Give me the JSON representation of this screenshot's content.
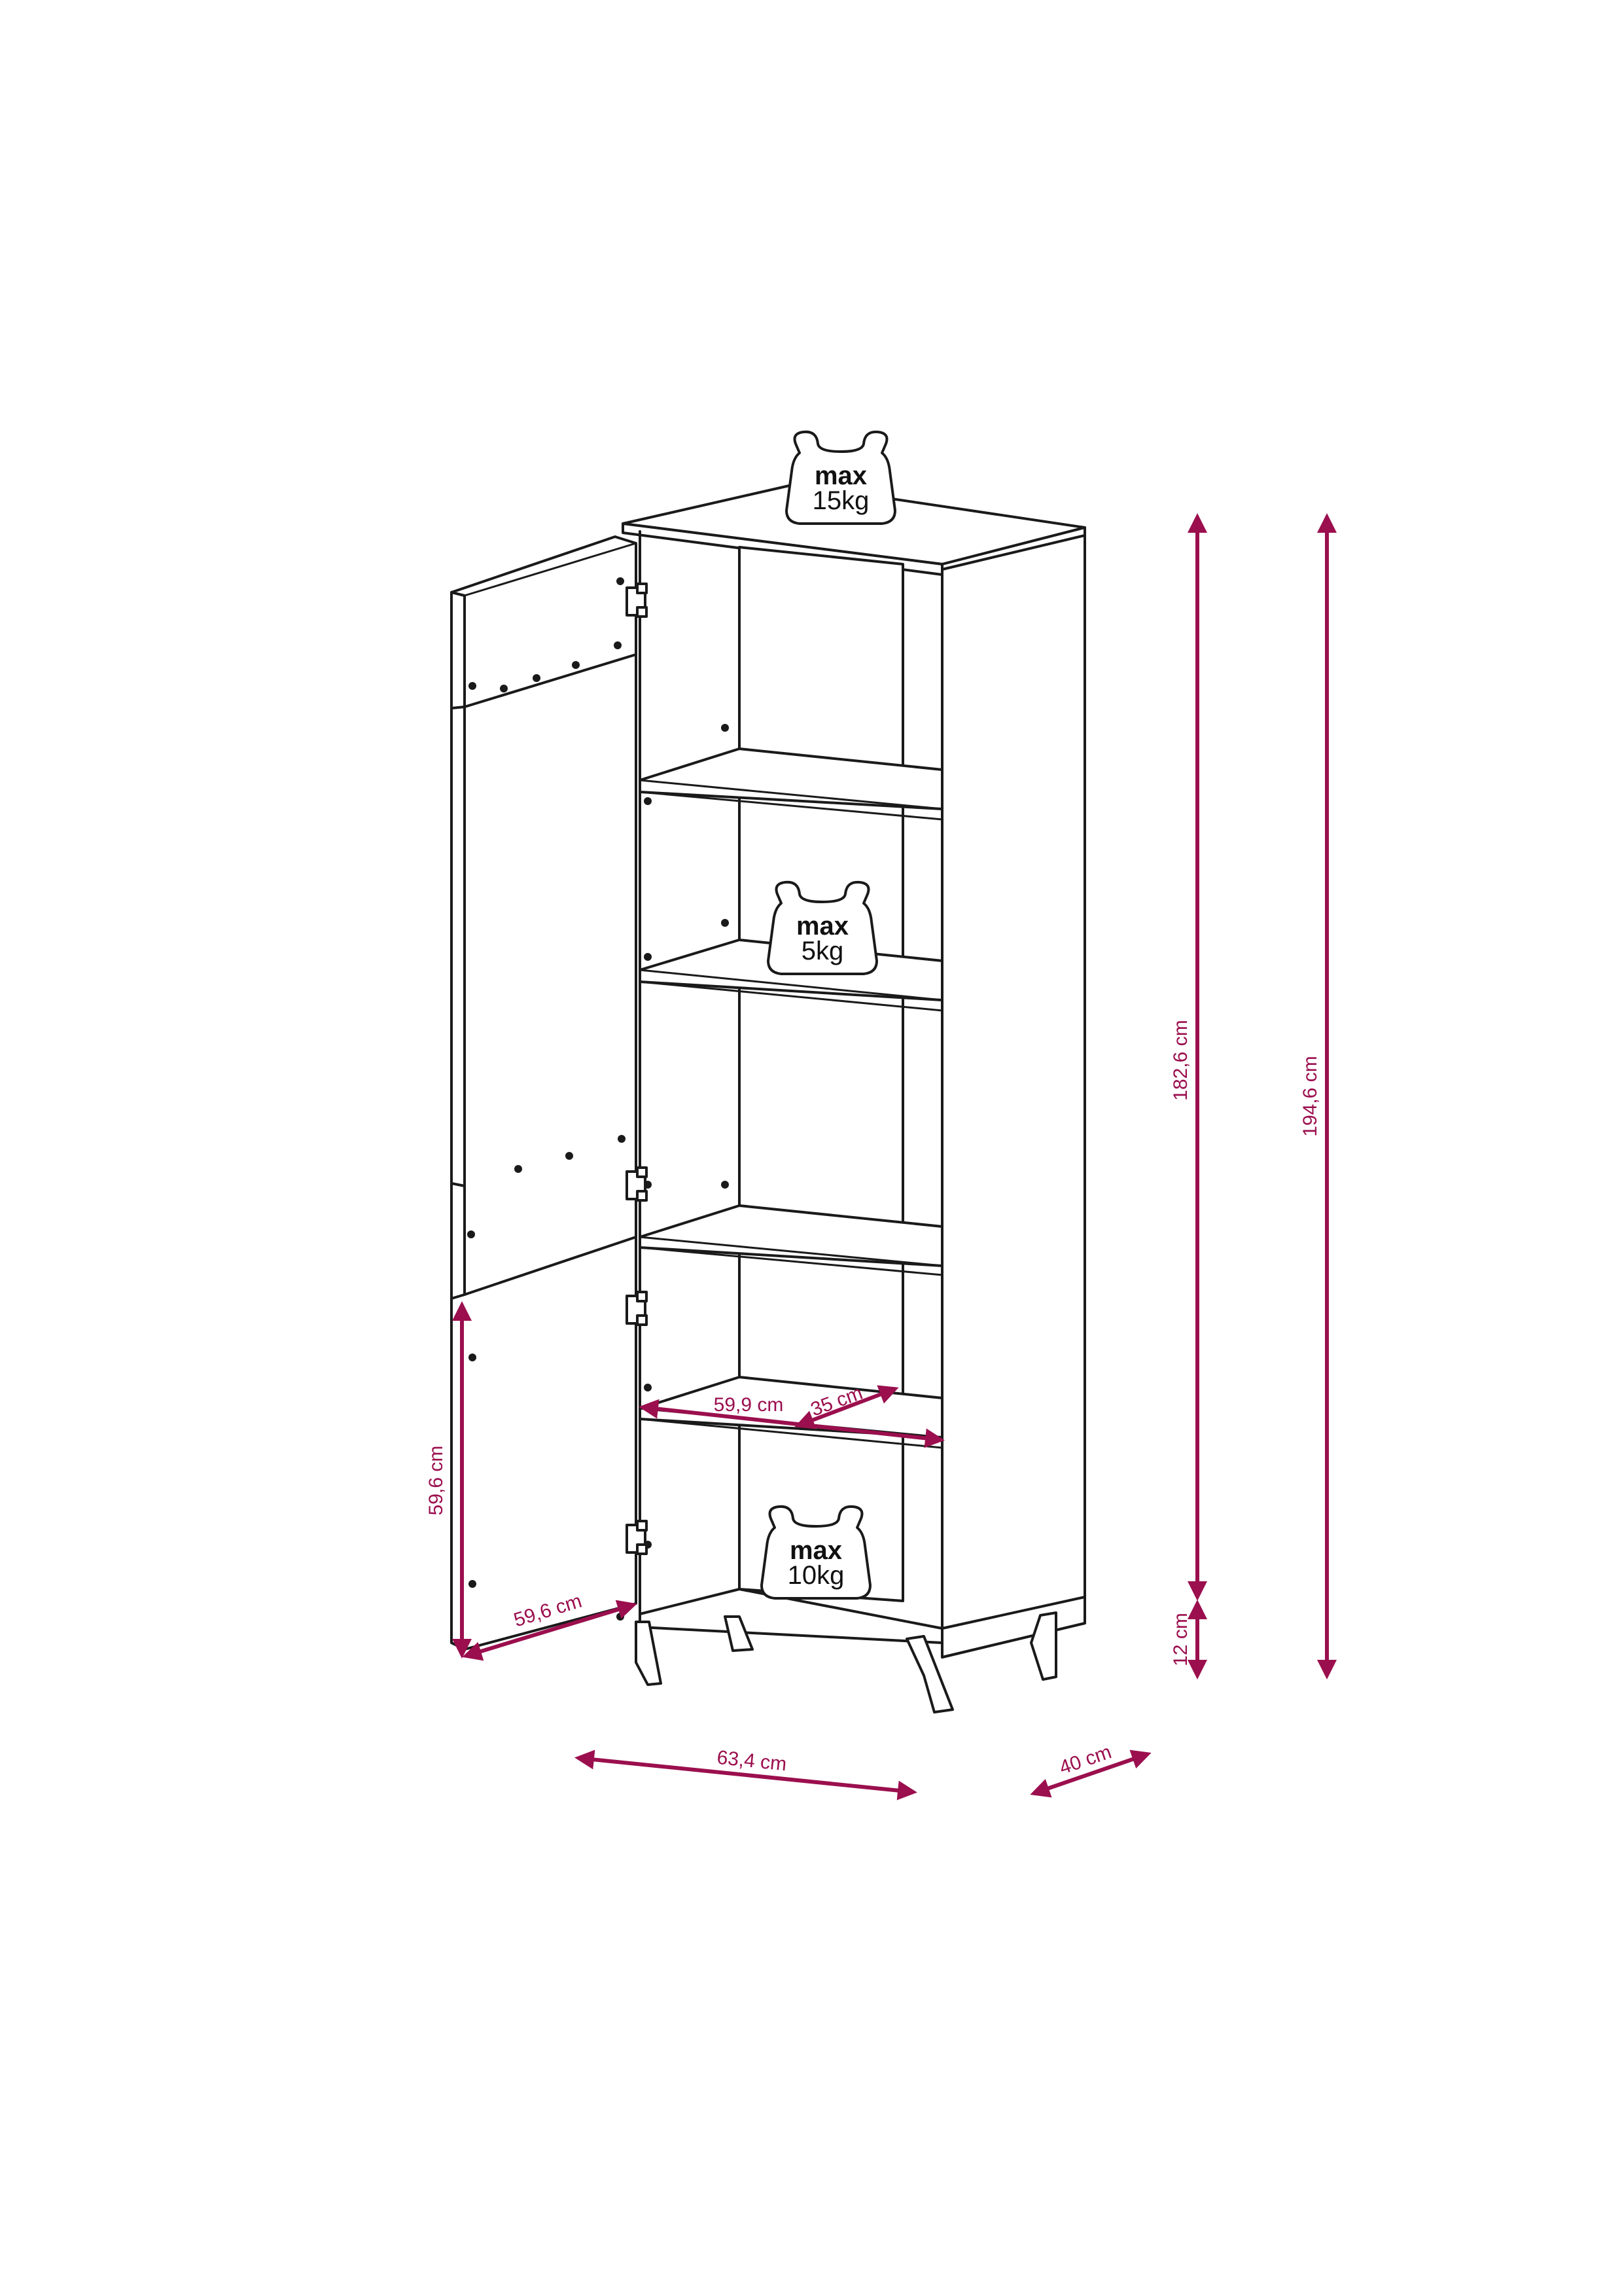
{
  "dimensions": {
    "height_total": "194,6 cm",
    "height_body": "182,6 cm",
    "height_legs": "12 cm",
    "width": "63,4 cm",
    "depth": "40 cm",
    "shelf_width": "59,9 cm",
    "shelf_depth": "35 cm",
    "door_width": "59,6 cm",
    "door_height": "59,6 cm"
  },
  "load_labels": {
    "top": {
      "label": "max",
      "value": "15kg"
    },
    "shelf": {
      "label": "max",
      "value": "5kg"
    },
    "bottom": {
      "label": "max",
      "value": "10kg"
    }
  },
  "colors": {
    "dimension": "#9b0f4e",
    "outline": "#1a1a1a"
  }
}
